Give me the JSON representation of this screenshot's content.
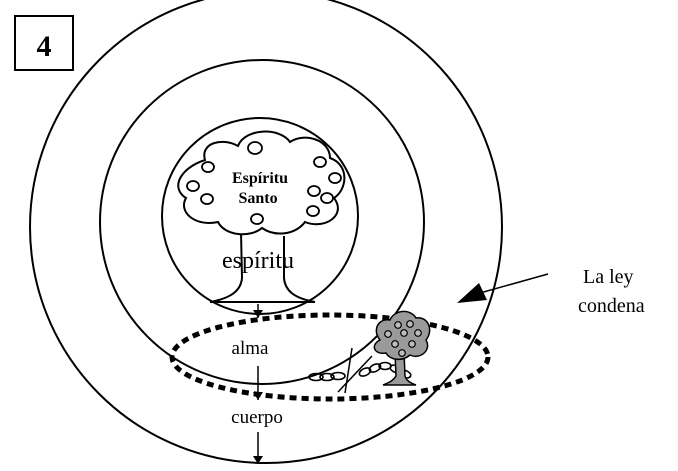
{
  "diagram": {
    "panel_number": "4",
    "tree_label_line1": "Espíritu",
    "tree_label_line2": "Santo",
    "spirit_label": "espíritu",
    "soul_label": "alma",
    "body_label": "cuerpo",
    "law_label_line1": "La ley",
    "law_label_line2": "condena"
  }
}
